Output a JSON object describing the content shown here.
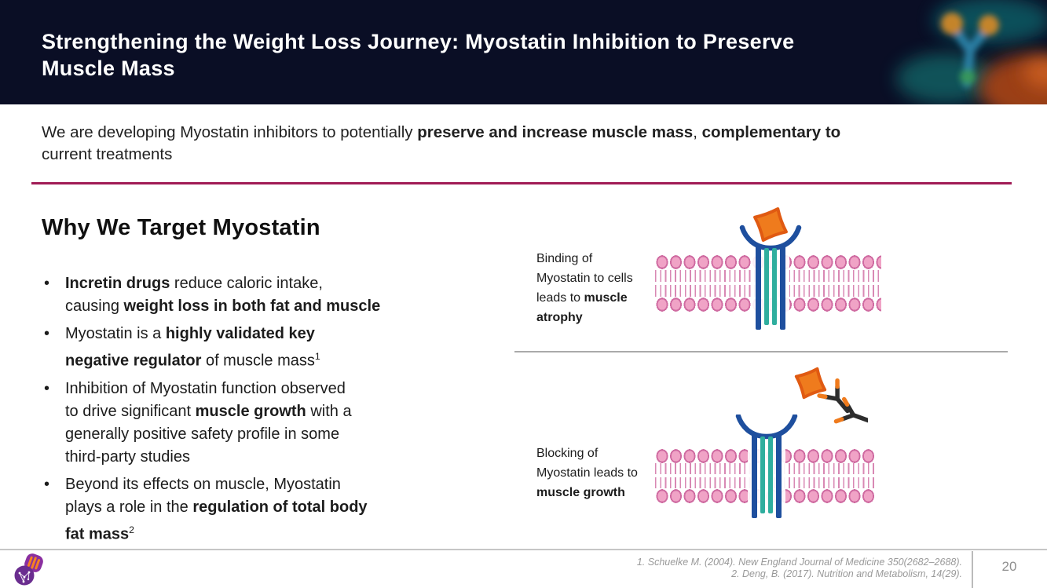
{
  "header": {
    "title_segments": [
      {
        "t": "Strengthening the Weight Loss Journey: Myostatin Inhibition to Preserve"
      },
      {
        "br": true
      },
      {
        "t": "Muscle Mass"
      }
    ],
    "art_description": "antibody-on-cell-microscopy-image"
  },
  "subtitle_segments": [
    {
      "t": "We are developing Myostatin inhibitors to potentially "
    },
    {
      "t": "preserve and increase muscle mass",
      "b": true
    },
    {
      "t": ", "
    },
    {
      "t": "complementary to",
      "b": true
    },
    {
      "br": true
    },
    {
      "t": "current treatments"
    }
  ],
  "main": {
    "heading": "Why We Target Myostatin",
    "bullets": [
      {
        "segments": [
          {
            "t": "Incretin drugs",
            "b": true
          },
          {
            "t": " reduce caloric intake,"
          },
          {
            "br": true
          },
          {
            "t": "causing "
          },
          {
            "t": "weight loss in both fat and muscle",
            "b": true
          }
        ]
      },
      {
        "segments": [
          {
            "t": "Myostatin is a "
          },
          {
            "t": "highly validated key",
            "b": true
          },
          {
            "br": true
          },
          {
            "t": "negative regulator",
            "b": true
          },
          {
            "t": " of muscle mass"
          },
          {
            "t": "1",
            "sup": true
          }
        ]
      },
      {
        "segments": [
          {
            "t": "Inhibition of Myostatin function observed"
          },
          {
            "br": true
          },
          {
            "t": "to drive significant "
          },
          {
            "t": "muscle growth",
            "b": true
          },
          {
            "t": " with a"
          },
          {
            "br": true
          },
          {
            "t": "generally positive safety profile in some"
          },
          {
            "br": true
          },
          {
            "t": "third-party studies"
          }
        ]
      },
      {
        "segments": [
          {
            "t": "Beyond its effects on muscle, Myostatin"
          },
          {
            "br": true
          },
          {
            "t": "plays a role in the "
          },
          {
            "t": "regulation of total body",
            "b": true
          },
          {
            "br": true
          },
          {
            "t": "fat mass",
            "b": true
          },
          {
            "t": "2",
            "sup": true
          }
        ]
      }
    ]
  },
  "diagrams": [
    {
      "id": "binding-atrophy",
      "label_segments": [
        {
          "t": "Binding of"
        },
        {
          "br": true
        },
        {
          "t": "Myostatin to cells"
        },
        {
          "br": true
        },
        {
          "t": "leads to "
        },
        {
          "t": "muscle",
          "b": true
        },
        {
          "br": true
        },
        {
          "t": "atrophy",
          "b": true
        }
      ]
    },
    {
      "id": "blocking-growth",
      "label_segments": [
        {
          "t": "Blocking of"
        },
        {
          "br": true
        },
        {
          "t": "Myostatin leads to"
        },
        {
          "br": true
        },
        {
          "t": "muscle growth",
          "b": true
        }
      ]
    }
  ],
  "footer": {
    "citations": [
      "1. Schuelke M. (2004). New England Journal of Medicine 350(2682–2688).",
      "2. Deng, B. (2017). Nutrition and Metabolism, 14(29)."
    ],
    "page_number": "20",
    "logo_description": "dna-molecule-logo"
  },
  "colors": {
    "accent_rule": "#a01b55",
    "header_bg": "#0a0e25",
    "membrane_pink": "#f0a3c6",
    "membrane_outline": "#cf6ba1",
    "receptor_blue": "#1e4f9e",
    "receptor_teal": "#2fae9e",
    "myostatin_orange": "#ef7b1d",
    "antibody_dark": "#2d2d2d",
    "citation_gray": "#999999"
  }
}
